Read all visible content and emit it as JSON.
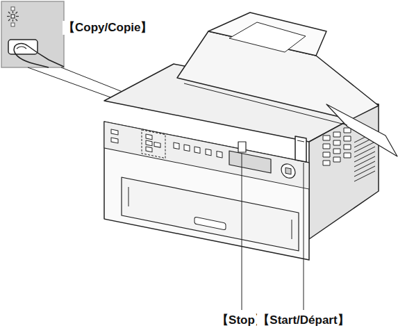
{
  "diagram": {
    "labels": [
      "【Copy/Copie】",
      "【Stop】",
      "【Start/Départ】"
    ]
  }
}
